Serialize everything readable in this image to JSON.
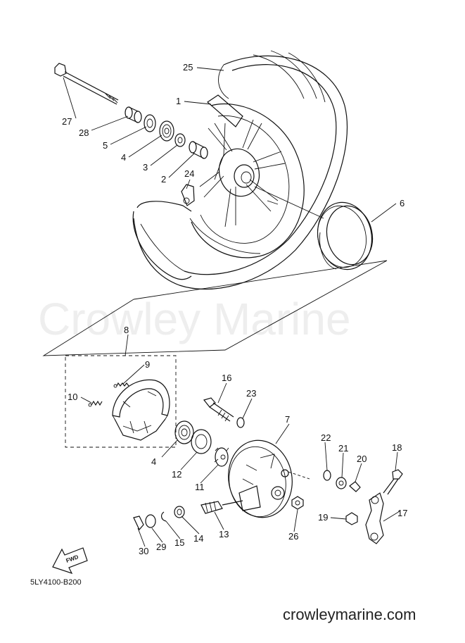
{
  "watermark": "Crowley Marine",
  "drawing_code": "5LY4100-B200",
  "site_url": "crowleymarine.com",
  "fwd_label": "FWD",
  "callouts": {
    "c1": "1",
    "c2": "2",
    "c3": "3",
    "c4a": "4",
    "c4b": "4",
    "c5": "5",
    "c6": "6",
    "c7": "7",
    "c8": "8",
    "c9": "9",
    "c10": "10",
    "c11": "11",
    "c12": "12",
    "c13": "13",
    "c14": "14",
    "c15": "15",
    "c16": "16",
    "c17": "17",
    "c18": "18",
    "c19": "19",
    "c20": "20",
    "c21": "21",
    "c22": "22",
    "c23": "23",
    "c24": "24",
    "c25": "25",
    "c26": "26",
    "c27": "27",
    "c28": "28",
    "c29": "29",
    "c30": "30"
  }
}
